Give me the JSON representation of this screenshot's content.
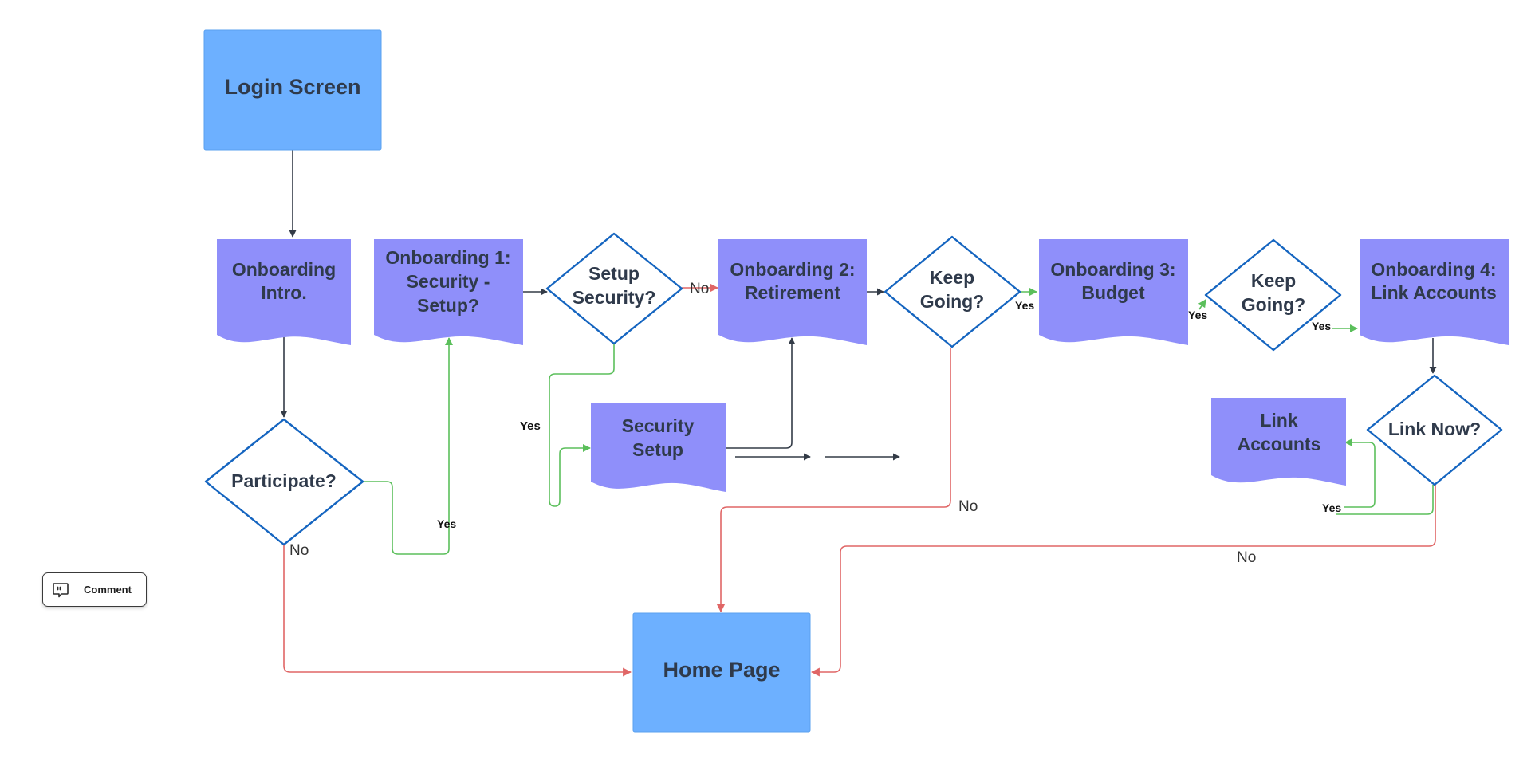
{
  "diagram": {
    "nodes": {
      "login_screen": "Login Screen",
      "onboarding_intro": [
        "Onboarding",
        "Intro."
      ],
      "onboarding_1": [
        "Onboarding 1:",
        "Security -",
        "Setup?"
      ],
      "setup_security": [
        "Setup",
        "Security?"
      ],
      "onboarding_2": [
        "Onboarding 2:",
        "Retirement"
      ],
      "keep_going_1": [
        "Keep",
        "Going?"
      ],
      "onboarding_3": [
        "Onboarding 3:",
        "Budget"
      ],
      "keep_going_2": [
        "Keep",
        "Going?"
      ],
      "onboarding_4": [
        "Onboarding 4:",
        "Link Accounts"
      ],
      "participate": "Participate?",
      "security_setup": [
        "Security",
        "Setup"
      ],
      "link_now": "Link Now?",
      "link_accounts": [
        "Link",
        "Accounts"
      ],
      "home_page": "Home Page"
    },
    "edge_labels": {
      "setup_security_no": "No",
      "setup_security_yes": "Yes",
      "keep_going_1_yes": "Yes",
      "keep_going_1_no": "No",
      "keep_going_2_yes_left": "Yes",
      "keep_going_2_yes_right": "Yes",
      "participate_yes": "Yes",
      "participate_no": "No",
      "link_now_yes": "Yes",
      "link_now_no": "No"
    },
    "colors": {
      "terminal_fill": "#6db0ff",
      "document_fill": "#8f8ffa",
      "decision_stroke": "#1565c0",
      "neutral_edge": "#333b47",
      "yes_edge": "#5bbf5b",
      "no_edge": "#e06666"
    }
  },
  "toolbar": {
    "comment_label": "Comment",
    "comment_icon": "speech-bubble-quote-icon"
  }
}
